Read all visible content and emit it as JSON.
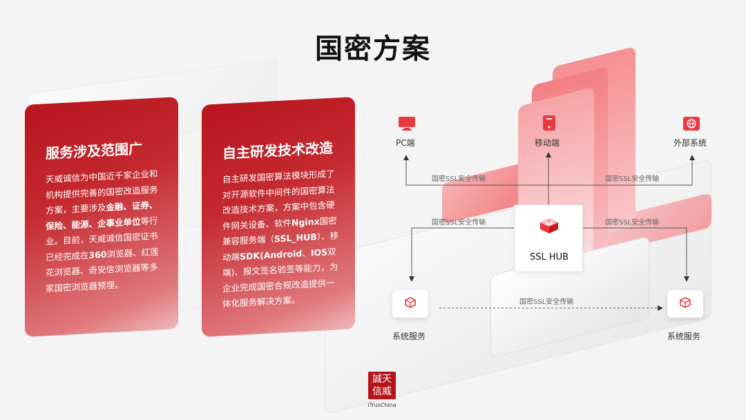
{
  "title": "国密方案",
  "card1": {
    "heading": "服务涉及范围广",
    "body_html": "天威诚信为中国近千家企业和机构提供完善的国密改造服务方案，主要涉及<b>金融、证券、保险、能源、企事业单位</b>等行业。目前，天威诚信国密证书已经完成在<b>360</b>浏览器、红莲花浏览器、奇安信浏览器等多家国密浏览器预埋。"
  },
  "card2": {
    "heading": "自主研发技术改造",
    "body_html": "自主研发国密算法模块形成了对开源软件中间件的国密算法改造技术方案，方案中包含硬件网关设备、软件<b>Nginx</b>国密兼容服务端（<b>SSL_HUB</b>）、移动端<b>SDK(Android</b>、<b>IOS</b>双端)、报文签名验签等能力，为企业完成国密合规改造提供一体化服务解决方案。"
  },
  "diagram": {
    "pc_label": "PC端",
    "mobile_label": "移动端",
    "external_label": "外部系统",
    "hub_label": "SSL HUB",
    "service_left_label": "系统服务",
    "service_right_label": "系统服务",
    "flow_label_1": "国密SSL安全传输",
    "flow_label_2": "国密SSL安全传输",
    "flow_label_3": "国密SSL安全传输",
    "flow_label_4": "国密SSL安全传输",
    "flow_label_5": "国密SSL安全传输",
    "hub_badge": "SSL"
  },
  "logo": {
    "chars": "誠天信威",
    "text": "iTrusChina"
  },
  "colors": {
    "accent": "#c8161e",
    "card_start": "#b9151e",
    "card_end": "#f0b8ba"
  }
}
